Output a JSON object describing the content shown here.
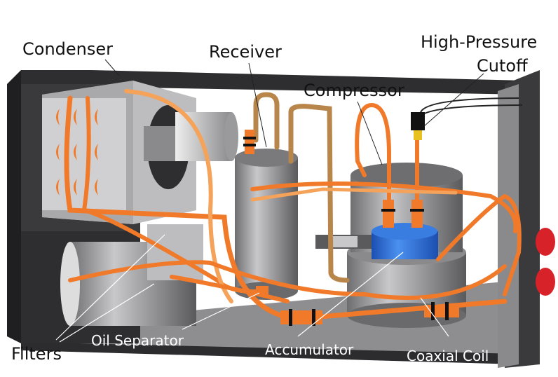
{
  "labels": {
    "condenser": "Condenser",
    "receiver": "Receiver",
    "high_pressure_cutoff_line1": "High-Pressure",
    "high_pressure_cutoff_line2": "Cutoff",
    "compressor": "Compressor",
    "filters": "Filters",
    "oil_separator": "Oil Separator",
    "accumulator": "Accumulator",
    "coaxial_coil": "Coaxial Coil"
  },
  "colors": {
    "tubing": "#f07a2a",
    "tubing_light": "#f5a25a",
    "cabinet": "#3a3a3c",
    "compressor_blue": "#2a6fd6",
    "knob_red": "#d8222a"
  }
}
